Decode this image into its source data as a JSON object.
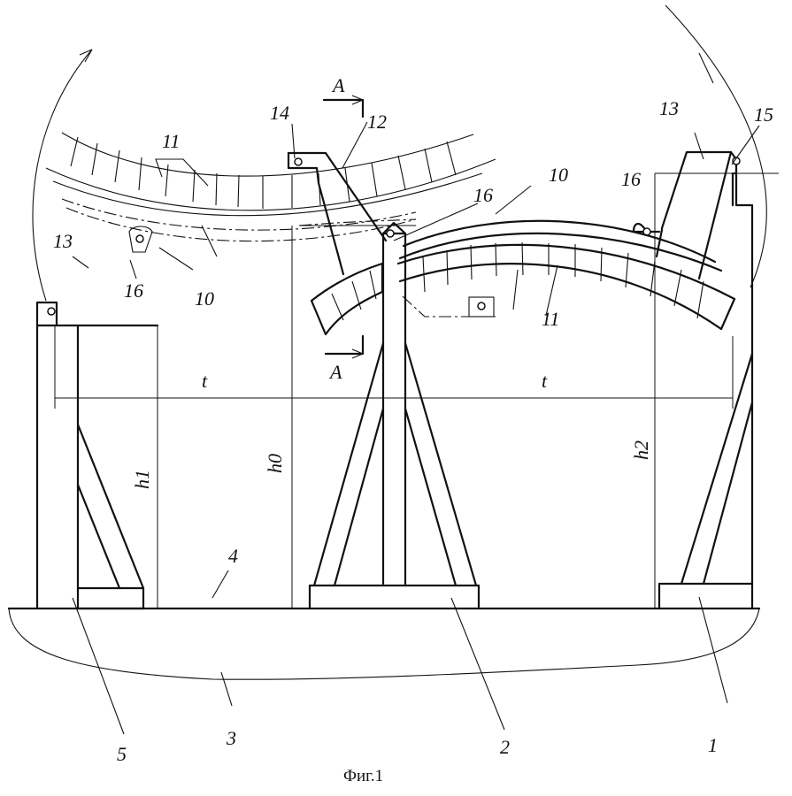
{
  "figure": {
    "caption": "Фиг.1",
    "labels": {
      "p1": "1",
      "p2": "2",
      "p3": "3",
      "p4": "4",
      "p5": "5",
      "p10a": "10",
      "p10b": "10",
      "p11a": "11",
      "p11b": "11",
      "p12": "12",
      "p13a": "13",
      "p13b": "13",
      "p14": "14",
      "p15": "15",
      "p16a": "16",
      "p16b": "16",
      "p16c": "16",
      "A1": "A",
      "A2": "A",
      "t1": "t",
      "t2": "t",
      "h1": "h1",
      "h0": "h0",
      "h2": "h2"
    }
  }
}
